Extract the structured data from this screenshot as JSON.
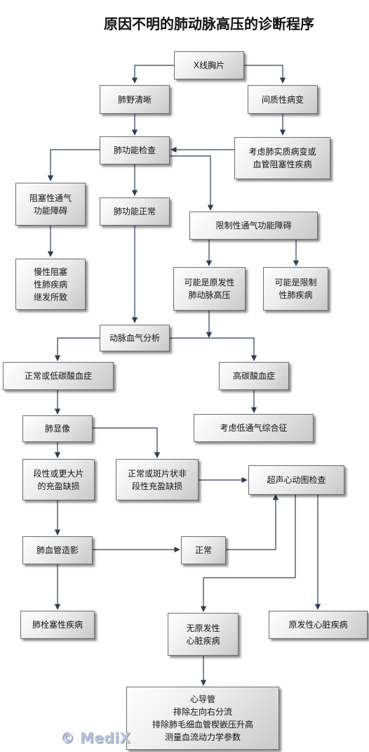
{
  "title": "原因不明的肺动脉高压的诊断程序",
  "nodes": {
    "xray": "X线胸片",
    "clear": "肺野清晰",
    "interstitial": "间质性病变",
    "consider_parenchymal": "考虑肺实质病变或\n血管阻塞性疾病",
    "pft": "肺功能检查",
    "obstructive": "阻塞性通气\n功能障碍",
    "normal_pft": "肺功能正常",
    "restrictive": "限制性通气功能障碍",
    "copd": "慢性阻塞\n性肺疾病\n继发所致",
    "possible_primary_ph": "可能是原发性\n肺动脉高压",
    "possible_restrictive": "可能是限制\n性肺疾病",
    "abg": "动脉血气分析",
    "normal_hypocapnia": "正常或低碳酸血症",
    "hypercapnia": "高碳酸血症",
    "consider_hypoventilation": "考虑低通气综合征",
    "lung_scan": "肺显像",
    "segmental_defect": "段性或更大片\n的充盈缺损",
    "normal_patchy": "正常或斑片状非\n段性充盈缺损",
    "echo": "超声心动图检查",
    "angiography": "肺血管造影",
    "normal": "正常",
    "pe": "肺栓塞性疾病",
    "no_primary_heart": "无原发性\n心脏疾病",
    "primary_heart": "原发性心脏疾病",
    "cath": "心导管\n排除左向右分流\n排除肺毛细血管楔嵌压升高\n测量血流动力学参数"
  },
  "watermark": "© MediX"
}
